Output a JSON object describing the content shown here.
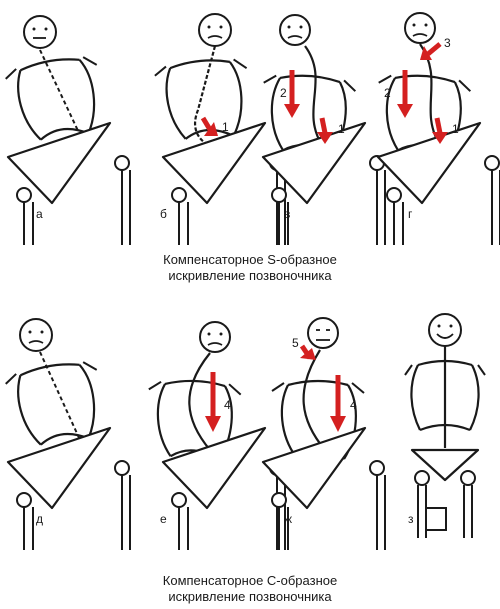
{
  "panels": {
    "a": "а",
    "b": "б",
    "v": "в",
    "g": "г",
    "d": "д",
    "e": "е",
    "zh": "ж",
    "z": "з"
  },
  "captions": {
    "s_curve": {
      "line1": "Компенсаторное S-образное",
      "line2": "искривление позвоночника"
    },
    "c_curve": {
      "line1": "Компенсаторное С-образное",
      "line2": "искривление позвоночника"
    }
  },
  "arrow_labels": {
    "b_1": "1",
    "v_2": "2",
    "v_1": "1",
    "g_3": "3",
    "g_2": "2",
    "g_1": "1",
    "e_4": "4",
    "zh_5": "5",
    "zh_4": "4"
  },
  "colors": {
    "arrow": "#d42020",
    "line": "#1a1a1a"
  }
}
